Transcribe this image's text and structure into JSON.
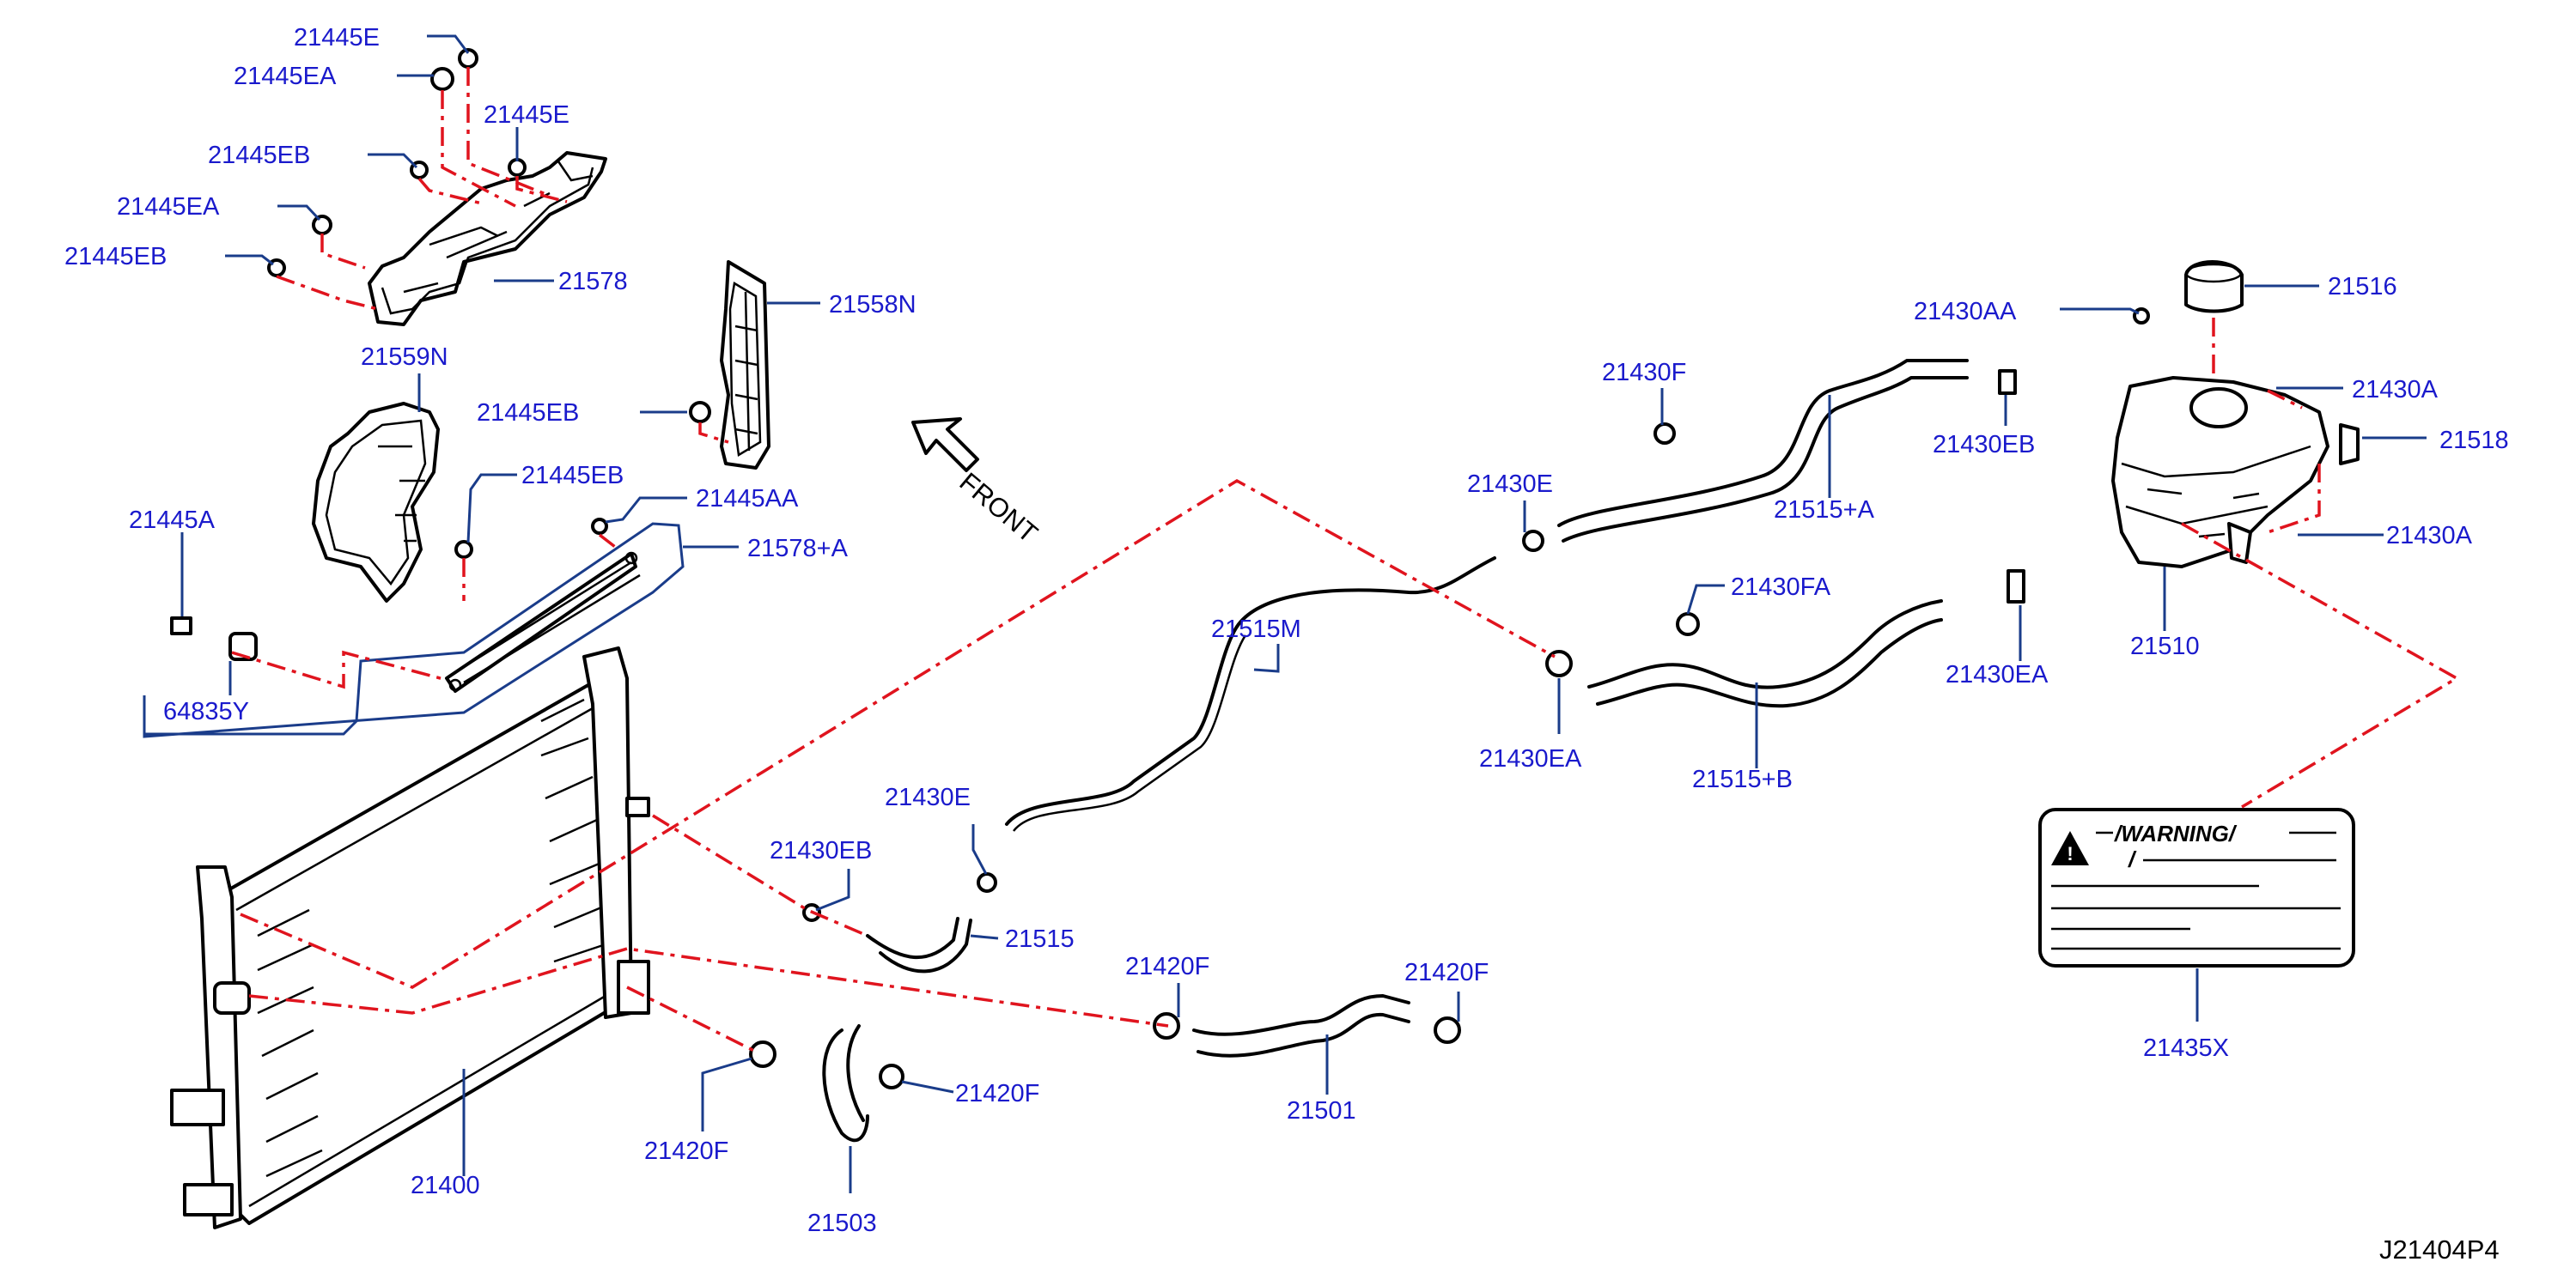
{
  "labels": {
    "p21445E_1": "21445E",
    "p21445EA_1": "21445EA",
    "p21445E_2": "21445E",
    "p21445EB_1": "21445EB",
    "p21445EA_2": "21445EA",
    "p21445EB_2": "21445EB",
    "p21578": "21578",
    "p21559N": "21559N",
    "p21558N": "21558N",
    "p21445EB_3": "21445EB",
    "p21445EB_4": "21445EB",
    "p21445AA": "21445AA",
    "p21578A": "21578+A",
    "p21445A": "21445A",
    "p64835Y": "64835Y",
    "p21400": "21400",
    "p21515M": "21515M",
    "p21430E_1": "21430E",
    "p21430EB_1": "21430EB",
    "p21515": "21515",
    "p21420F_1": "21420F",
    "p21420F_2": "21420F",
    "p21420F_3": "21420F",
    "p21420F_4": "21420F",
    "p21501": "21501",
    "p21503": "21503",
    "p21430F": "21430F",
    "p21430E_2": "21430E",
    "p21515A": "21515+A",
    "p21430AA": "21430AA",
    "p21430EB_2": "21430EB",
    "p21430FA": "21430FA",
    "p21430EA_1": "21430EA",
    "p21515B": "21515+B",
    "p21430EA_2": "21430EA",
    "p21516": "21516",
    "p21430A_1": "21430A",
    "p21518": "21518",
    "p21430A_2": "21430A",
    "p21510": "21510",
    "p21435X": "21435X"
  },
  "front_arrow": "FRONT",
  "warning_label": {
    "title": "/WARNING/",
    "slash": "/"
  },
  "diagram_code": "J21404P4",
  "colors": {
    "label": "#1a1acc",
    "leader": "#1a3c8a",
    "dash": "#e0141e",
    "part": "#000000"
  }
}
